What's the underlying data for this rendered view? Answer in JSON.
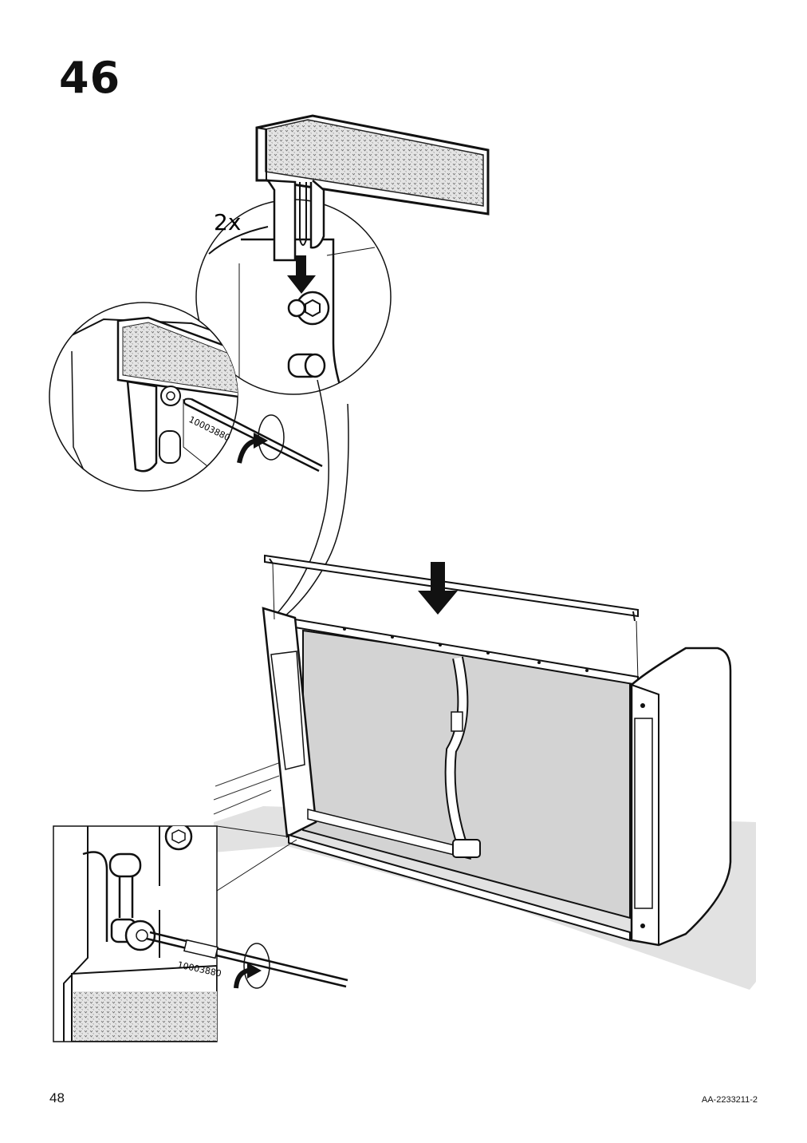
{
  "step": {
    "number": "46"
  },
  "callouts": {
    "quantity": "2x",
    "tool_code_upper": "10003880",
    "tool_code_lower": "10003880"
  },
  "footer": {
    "page_number": "48",
    "doc_code": "AA-2233211-2"
  },
  "icons": [
    "down-arrow-icon",
    "rotate-clockwise-icon",
    "hex-bolt-icon",
    "allen-key-icon"
  ]
}
